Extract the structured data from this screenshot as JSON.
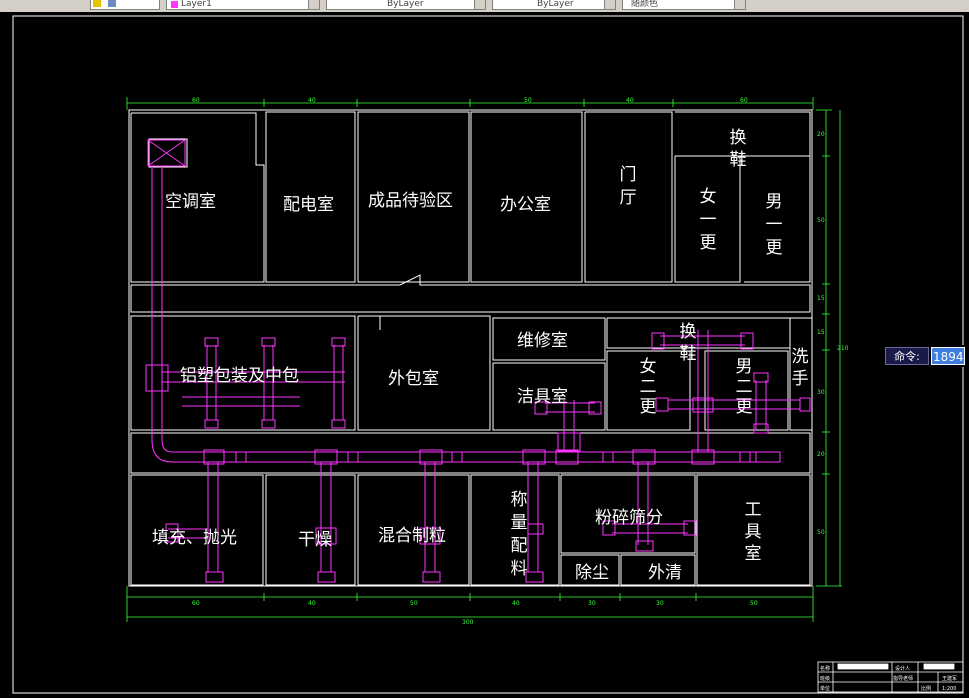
{
  "toolbar": {
    "layer_value": "Layer1",
    "color_value": "ByLayer",
    "linetype_value": "ByLayer",
    "lineweight_value": "随颜色"
  },
  "colors": {
    "background": "#000000",
    "walls": "#ffffff",
    "duct": "#ff33ff",
    "dimension": "#39ff39",
    "command_input": "#3f7de0"
  },
  "rooms": {
    "ac_room": "空调室",
    "power_room": "配电室",
    "finished_check": "成品待验区",
    "office": "办公室",
    "hall": "门\n厅",
    "change_shoes_1": "换\n鞋",
    "female_change_1": "女\n一\n更",
    "male_change_1": "男\n一\n更",
    "aluminum_pack": "铝塑包装及中包",
    "outer_pack": "外包室",
    "repair": "维修室",
    "clean_tools": "洁具室",
    "change_shoes_2": "换\n鞋",
    "female_change_2": "女\n二\n更",
    "male_change_2": "男\n二\n更",
    "hand_wash": "洗\n手",
    "fill_polish": "填充、抛光",
    "drying": "干燥",
    "mixing_granule": "混合制粒",
    "weighing": "称\n量\n配\n料",
    "crushing": "粉碎筛分",
    "dust_removal": "除尘",
    "outer_clean": "外清",
    "tool_room": "工\n具\n室"
  },
  "dimensions": {
    "top": [
      "60",
      "40",
      "50",
      "40",
      "60"
    ],
    "bottom": [
      "60",
      "40",
      "50",
      "40",
      "30",
      "30",
      "50"
    ],
    "total_width": "300",
    "right": [
      "20",
      "50",
      "15",
      "15",
      "30",
      "20",
      "50"
    ],
    "total_height": "210"
  },
  "title_block": {
    "row1": [
      "名称",
      "设计人"
    ],
    "row2": [
      "班级",
      "指导老师",
      "王建军"
    ],
    "row3": [
      "单位",
      "比例",
      "1:200"
    ]
  },
  "command": {
    "label": "命令:",
    "value": "1894"
  }
}
